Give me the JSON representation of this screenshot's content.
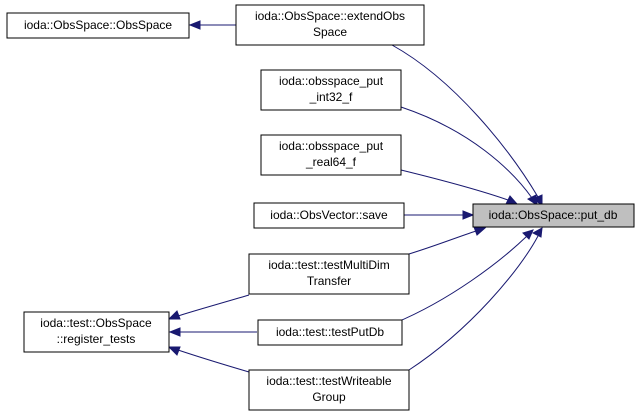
{
  "graph": {
    "edge_color": "#191970",
    "highlight_fill": "#bfbfbf",
    "nodes": {
      "put_db": {
        "lines": [
          "ioda::ObsSpace::put_db"
        ]
      },
      "extendObsSpace": {
        "lines": [
          "ioda::ObsSpace::extendObs",
          "Space"
        ]
      },
      "obsSpaceCtor": {
        "lines": [
          "ioda::ObsSpace::ObsSpace"
        ]
      },
      "put_int32": {
        "lines": [
          "ioda::obsspace_put",
          "_int32_f"
        ]
      },
      "put_real64": {
        "lines": [
          "ioda::obsspace_put",
          "_real64_f"
        ]
      },
      "obsVectorSave": {
        "lines": [
          "ioda::ObsVector::save"
        ]
      },
      "testMultiDim": {
        "lines": [
          "ioda::test::testMultiDim",
          "Transfer"
        ]
      },
      "testPutDb": {
        "lines": [
          "ioda::test::testPutDb"
        ]
      },
      "testWriteable": {
        "lines": [
          "ioda::test::testWriteable",
          "Group"
        ]
      },
      "registerTests": {
        "lines": [
          "ioda::test::ObsSpace",
          "::register_tests"
        ]
      }
    },
    "edges": [
      {
        "from": "extendObsSpace",
        "to": "put_db"
      },
      {
        "from": "put_int32",
        "to": "put_db"
      },
      {
        "from": "put_real64",
        "to": "put_db"
      },
      {
        "from": "obsVectorSave",
        "to": "put_db"
      },
      {
        "from": "testMultiDim",
        "to": "put_db"
      },
      {
        "from": "testPutDb",
        "to": "put_db"
      },
      {
        "from": "testWriteable",
        "to": "put_db"
      },
      {
        "from": "extendObsSpace",
        "to": "obsSpaceCtor"
      },
      {
        "from": "testMultiDim",
        "to": "registerTests"
      },
      {
        "from": "testPutDb",
        "to": "registerTests"
      },
      {
        "from": "testWriteable",
        "to": "registerTests"
      }
    ]
  }
}
